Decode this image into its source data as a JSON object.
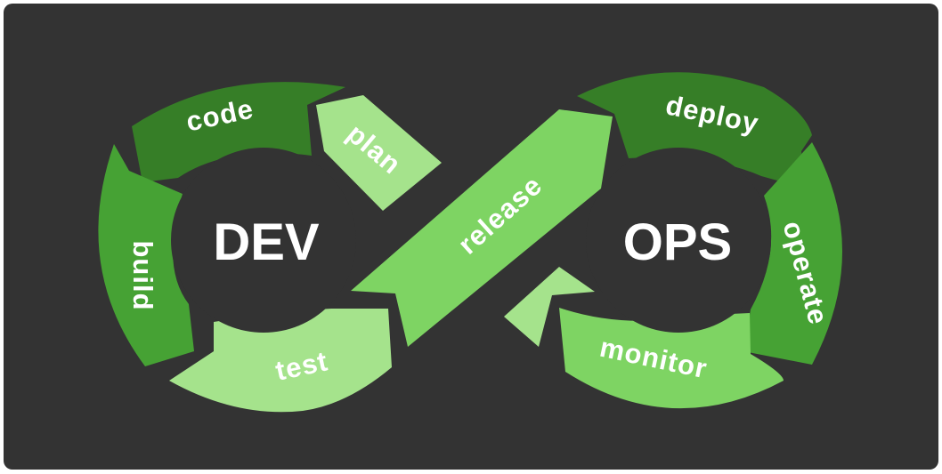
{
  "diagram": {
    "hubs": {
      "dev": "DEV",
      "ops": "OPS"
    },
    "stages": {
      "plan": "plan",
      "code": "code",
      "build": "build",
      "test": "test",
      "release": "release",
      "deploy": "deploy",
      "operate": "operate",
      "monitor": "monitor"
    }
  },
  "colors": {
    "background": "#333333",
    "dark_green": "#367e27",
    "mid_green": "#46a234",
    "light_green": "#7ed463",
    "pale_green": "#a5e38c"
  }
}
